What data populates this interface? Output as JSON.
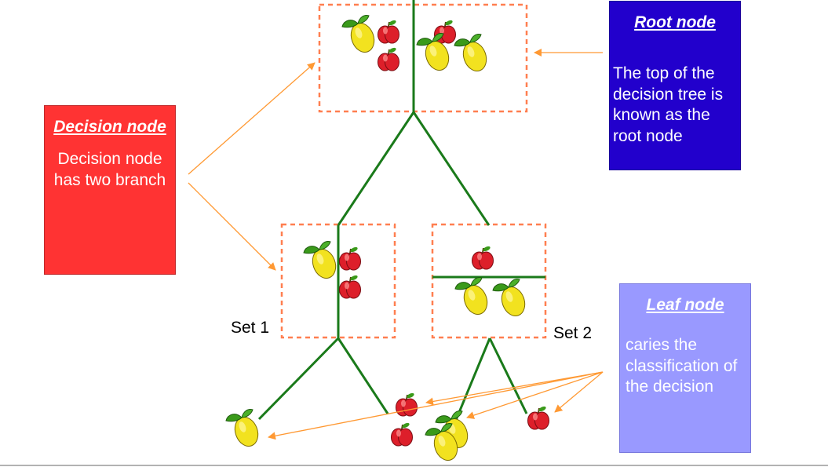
{
  "labels": {
    "decision_title": "Decision node",
    "decision_text": "Decision node has two branch",
    "root_title": "Root node",
    "root_text": "The top of the decision tree is known as the root node",
    "leaf_title": "Leaf node",
    "leaf_text": "caries the classification of the decision",
    "set1": "Set 1",
    "set2": "Set 2"
  },
  "colors": {
    "decision_fill": "#ff3333",
    "root_fill": "#2200cc",
    "leaf_fill": "#9999ff",
    "tree_line": "#1a7a1a",
    "dashed_border": "#ff7f50",
    "arrow": "#ff9933",
    "apple": "#dd1f2a",
    "lemon": "#f2e21f"
  },
  "icons": [
    "apple-icon",
    "lemon-icon"
  ]
}
